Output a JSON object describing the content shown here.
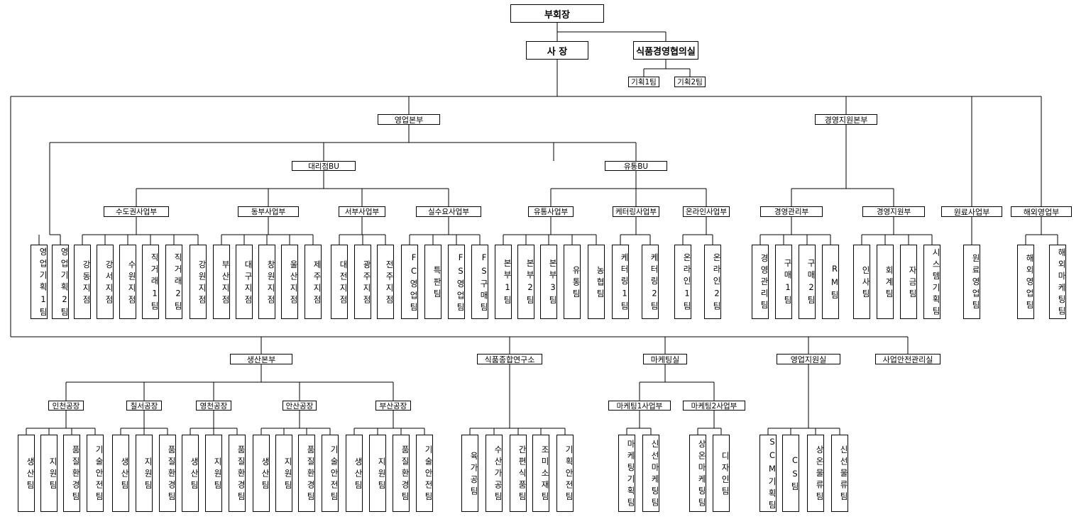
{
  "org": {
    "vice_chairman": "부회장",
    "president": "사 장",
    "council": {
      "name": "식품경영협의실",
      "teams": [
        "기획1팀",
        "기획2팀"
      ]
    },
    "divisions_row1": [
      {
        "name": "영업본부",
        "direct_teams": [
          "영업기획1팀",
          "영업기획2팀"
        ],
        "bus": [
          {
            "name": "대리점BU",
            "departments": [
              {
                "name": "수도권사업부",
                "teams": [
                  "강동지점",
                  "강서지점",
                  "수원지점",
                  "직거래1팀",
                  "직거래2팀",
                  "강원지점"
                ]
              },
              {
                "name": "동부사업부",
                "teams": [
                  "부산지점",
                  "대구지점",
                  "창원지점",
                  "울산지점",
                  "제주지점"
                ]
              },
              {
                "name": "서부사업부",
                "teams": [
                  "대전지점",
                  "광주지점",
                  "전주지점"
                ]
              },
              {
                "name": "실수요사업부",
                "teams": [
                  "FC영업팀",
                  "특판팀",
                  "FS영업팀",
                  "FS구매팀"
                ]
              }
            ]
          },
          {
            "name": "유통BU",
            "departments": [
              {
                "name": "유통사업부",
                "teams": [
                  "본부1팀",
                  "본부2팀",
                  "본부3팀",
                  "유통팀",
                  "농협팀"
                ]
              },
              {
                "name": "케터링사업부",
                "teams": [
                  "케터링1팀",
                  "케터링2팀"
                ]
              },
              {
                "name": "온라인사업부",
                "teams": [
                  "온라인1팀",
                  "온라인2팀"
                ]
              }
            ]
          }
        ]
      },
      {
        "name": "경영지원본부",
        "departments": [
          {
            "name": "경영관리부",
            "teams": [
              "경영관리팀",
              "구매1팀",
              "구매2팀",
              "RM팀"
            ]
          },
          {
            "name": "경영지원부",
            "teams": [
              "인사팀",
              "회계팀",
              "자금팀",
              "시스템기획팀"
            ]
          }
        ]
      },
      {
        "name": "원료사업부",
        "teams": [
          "원료영업팀"
        ]
      },
      {
        "name": "해외영업부",
        "teams": [
          "해외영업팀",
          "해외마케팅팀"
        ]
      }
    ],
    "divisions_row2": [
      {
        "name": "생산본부",
        "plants": [
          {
            "name": "인천공장",
            "teams": [
              "생산팀",
              "지원팀",
              "품질환경팀",
              "기술안전팀"
            ]
          },
          {
            "name": "칠서공장",
            "teams": [
              "생산팀",
              "지원팀",
              "품질환경팀"
            ]
          },
          {
            "name": "영천공장",
            "teams": [
              "생산팀",
              "지원팀",
              "품질환경팀"
            ]
          },
          {
            "name": "안산공장",
            "teams": [
              "생산팀",
              "지원팀",
              "품질환경팀",
              "기술안전팀"
            ]
          },
          {
            "name": "부산공장",
            "teams": [
              "생산팀",
              "지원팀",
              "품질환경팀",
              "기술안전팀"
            ]
          }
        ]
      },
      {
        "name": "식품종합연구소",
        "teams": [
          "육가공팀",
          "수산가공팀",
          "간편식품팀",
          "조미소재팀",
          "기획안전팀"
        ]
      },
      {
        "name": "마케팅실",
        "departments": [
          {
            "name": "마케팅1사업부",
            "teams": [
              "마케팅기획팀",
              "신선마케팅팀"
            ]
          },
          {
            "name": "마케팅2사업부",
            "teams": [
              "상온마케팅팀",
              "디자인팀"
            ]
          }
        ]
      },
      {
        "name": "영업지원실",
        "teams": [
          "SCM기획팀",
          "CS팀",
          "상온물류팀",
          "신선물류팀"
        ]
      },
      {
        "name": "사업안전관리실"
      }
    ]
  },
  "colors": {
    "line": "#000000",
    "box_border": "#000000",
    "background": "#ffffff"
  }
}
